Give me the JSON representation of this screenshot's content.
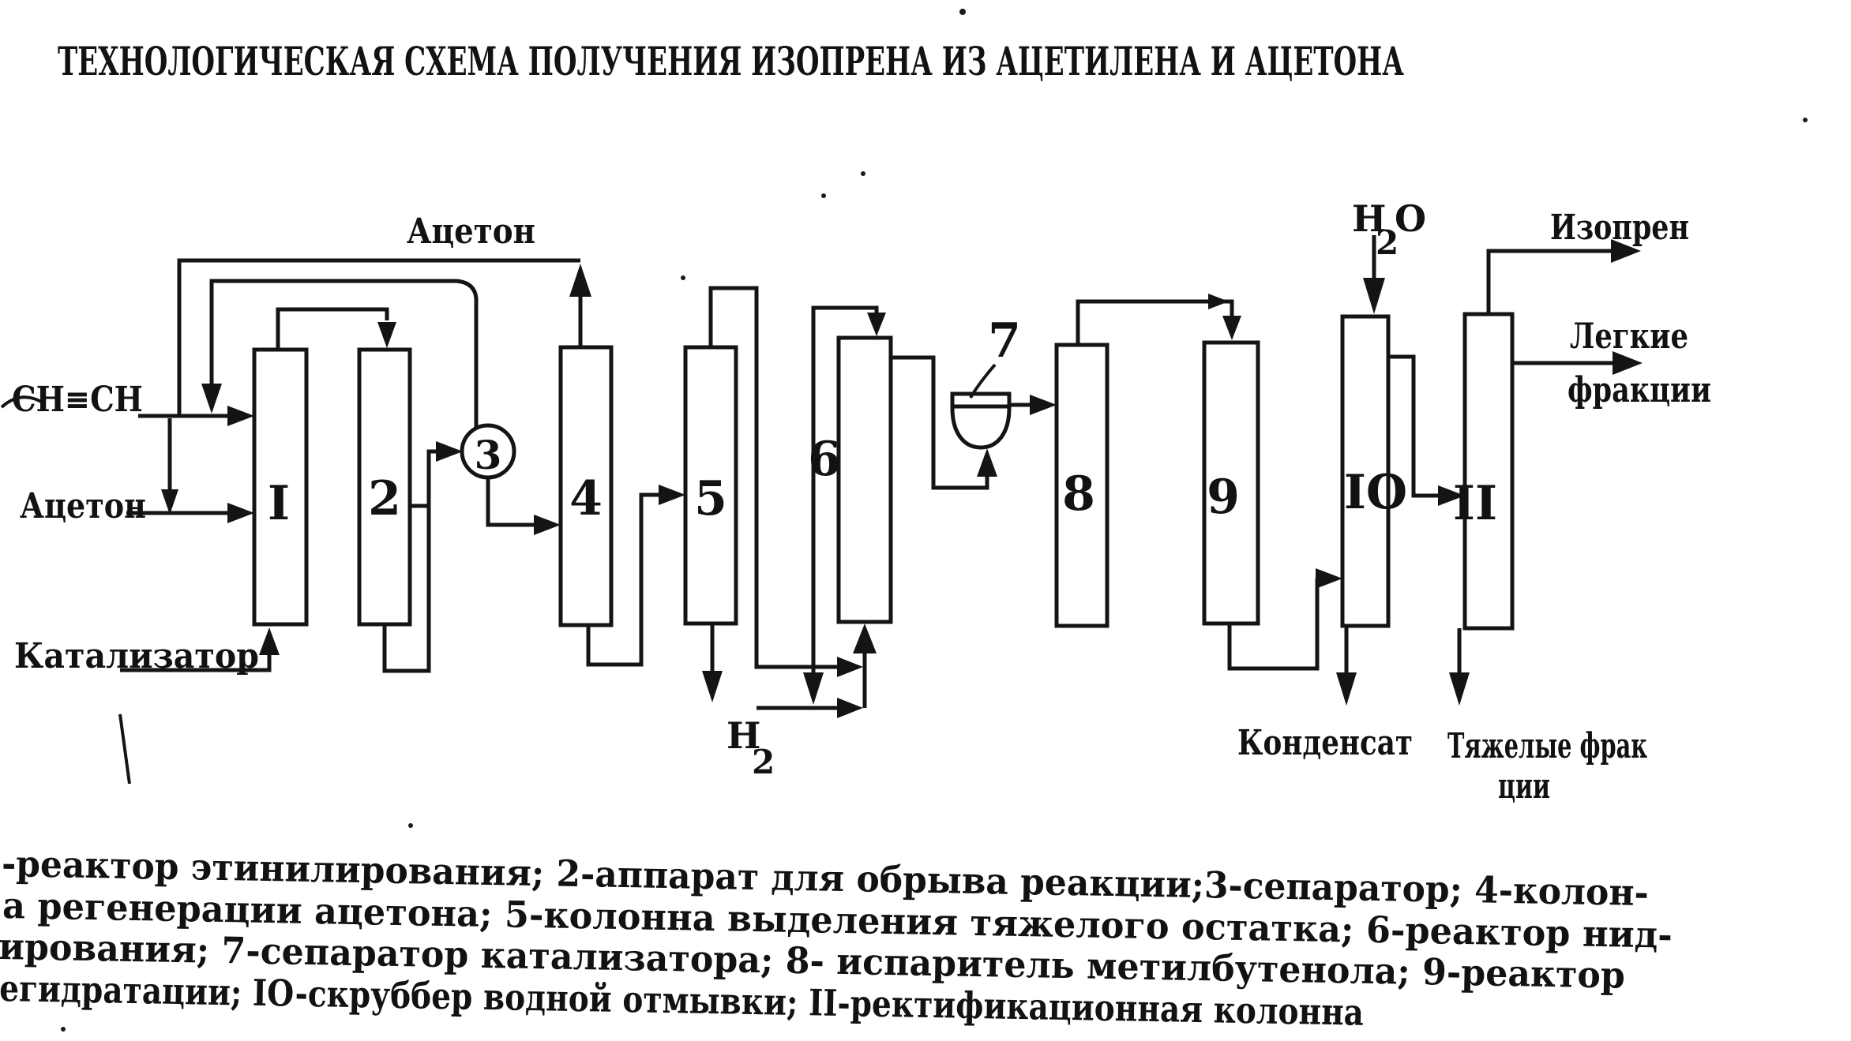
{
  "colors": {
    "ink": "#141414",
    "paper": "#ffffff"
  },
  "title": "ТЕХНОЛОГИЧЕСКАЯ СХЕМА ПОЛУЧЕНИЯ ИЗОПРЕНА  ИЗ АЦЕТИЛЕНА И АЦЕТОНА",
  "vessels": [
    {
      "label": "I"
    },
    {
      "label": "2"
    },
    {
      "label": "3"
    },
    {
      "label": "4"
    },
    {
      "label": "5"
    },
    {
      "label": "6"
    },
    {
      "label": "7"
    },
    {
      "label": "8"
    },
    {
      "label": "9"
    },
    {
      "label": "IO"
    },
    {
      "label": "II"
    }
  ],
  "streams": {
    "acetylene": "СН≡СН",
    "acetone_feed": "Ацетон",
    "acetone_recycle": "Ацетон",
    "catalyst": "Катализатор",
    "hydrogen": {
      "base": "H",
      "sub": "2"
    },
    "water": {
      "base": "H",
      "sub": "2",
      "tail": "O"
    },
    "isoprene": "Изопрен",
    "light_fractions": {
      "line1": "Легкие",
      "line2": "фракции"
    },
    "condensate": "Конденсат",
    "heavy_fractions": {
      "line1": "Тяжелые фрак",
      "line2": "ции"
    }
  },
  "caption": {
    "lines": [
      "-реактор этинилирования; 2-аппарат для обрыва реакции;3-сепаратор; 4-колон-",
      "а регенерации ацетона; 5-колонна выделения тяжелого остатка; 6-реактор нид-",
      "ирования; 7-сепаратор катализатора; 8- испаритель метилбутенола; 9-реактор",
      "егидратации; IO-скруббер водной отмывки; II-ректификационная колонна"
    ]
  }
}
